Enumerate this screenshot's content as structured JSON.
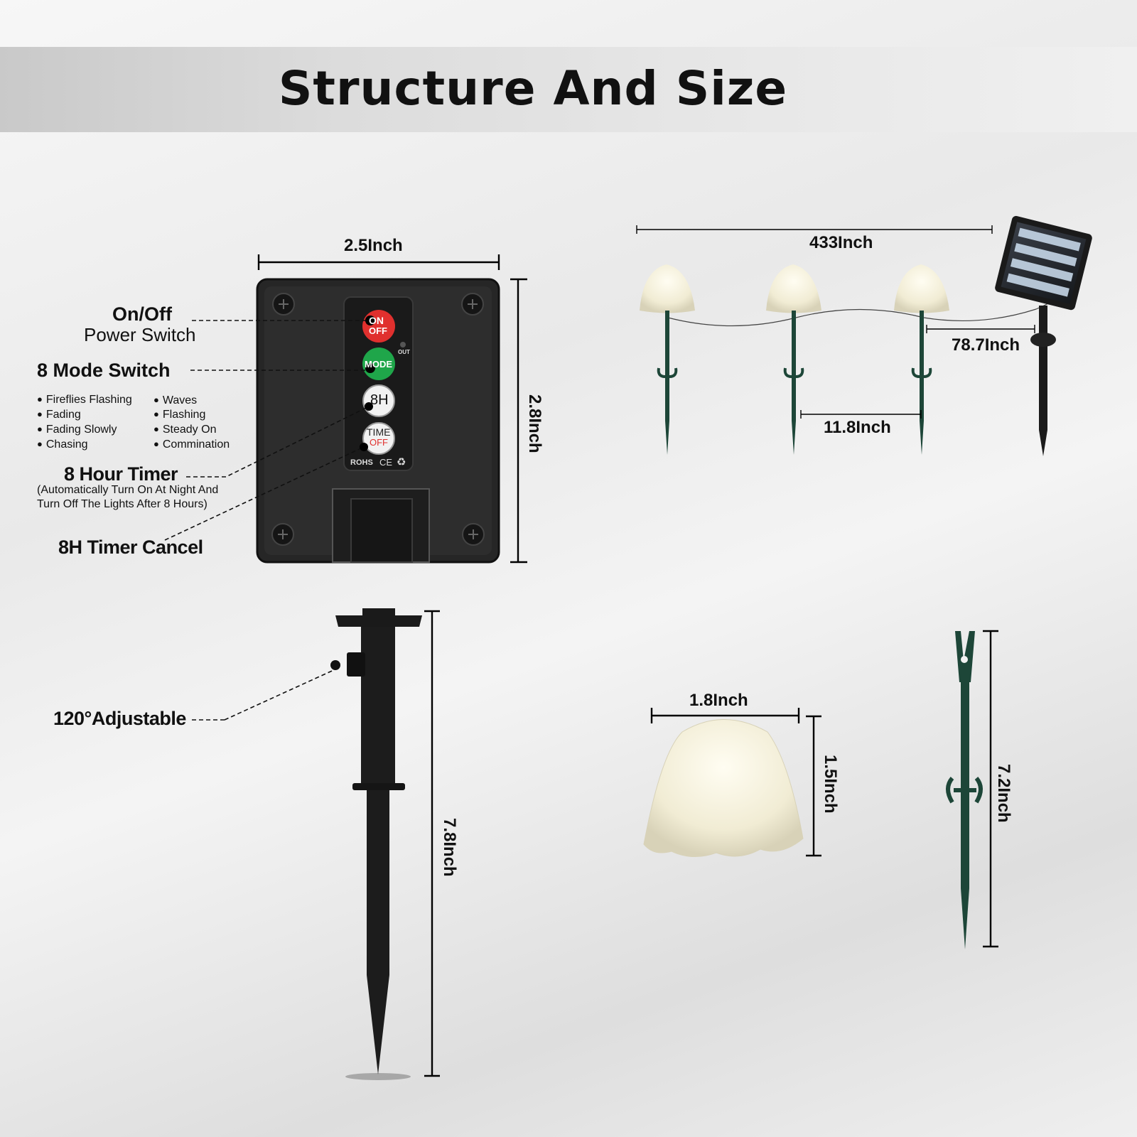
{
  "title": "Structure And Size",
  "control_box": {
    "width_label": "2.5Inch",
    "height_label": "2.8Inch",
    "buttons": {
      "on": "ON",
      "off": "OFF",
      "mode": "MODE",
      "out": "OUT",
      "timer": "8H",
      "time": "TIME",
      "time_off": "OFF",
      "rohs": "ROHS",
      "ce": "CE",
      "recycle": "♻"
    }
  },
  "labels": {
    "onoff_title": "On/Off",
    "onoff_sub": "Power Switch",
    "mode_switch": "8 Mode Switch",
    "modes_left": [
      "Fireflies Flashing",
      "Fading",
      "Fading Slowly",
      "Chasing"
    ],
    "modes_right": [
      "Waves",
      "Flashing",
      "Steady On",
      "Commination"
    ],
    "timer_title": "8 Hour Timer",
    "timer_note_1": "(Automatically Turn On At Night And",
    "timer_note_2": "Turn Off The Lights After 8 Hours)",
    "timer_cancel": "8H Timer Cancel",
    "adjustable": "120°Adjustable"
  },
  "string_lights": {
    "total_length": "433Inch",
    "lead_length": "78.7Inch",
    "spacing": "11.8Inch"
  },
  "solar_stake": {
    "height": "7.8Inch"
  },
  "mushroom_cap": {
    "width": "1.8Inch",
    "height": "1.5Inch"
  },
  "light_stake": {
    "height": "7.2Inch"
  },
  "colors": {
    "on_button": "#e0302e",
    "mode_button": "#1fa64a",
    "box": "#242424",
    "stake_green": "#1d4638",
    "cap": "#f3efdc"
  }
}
